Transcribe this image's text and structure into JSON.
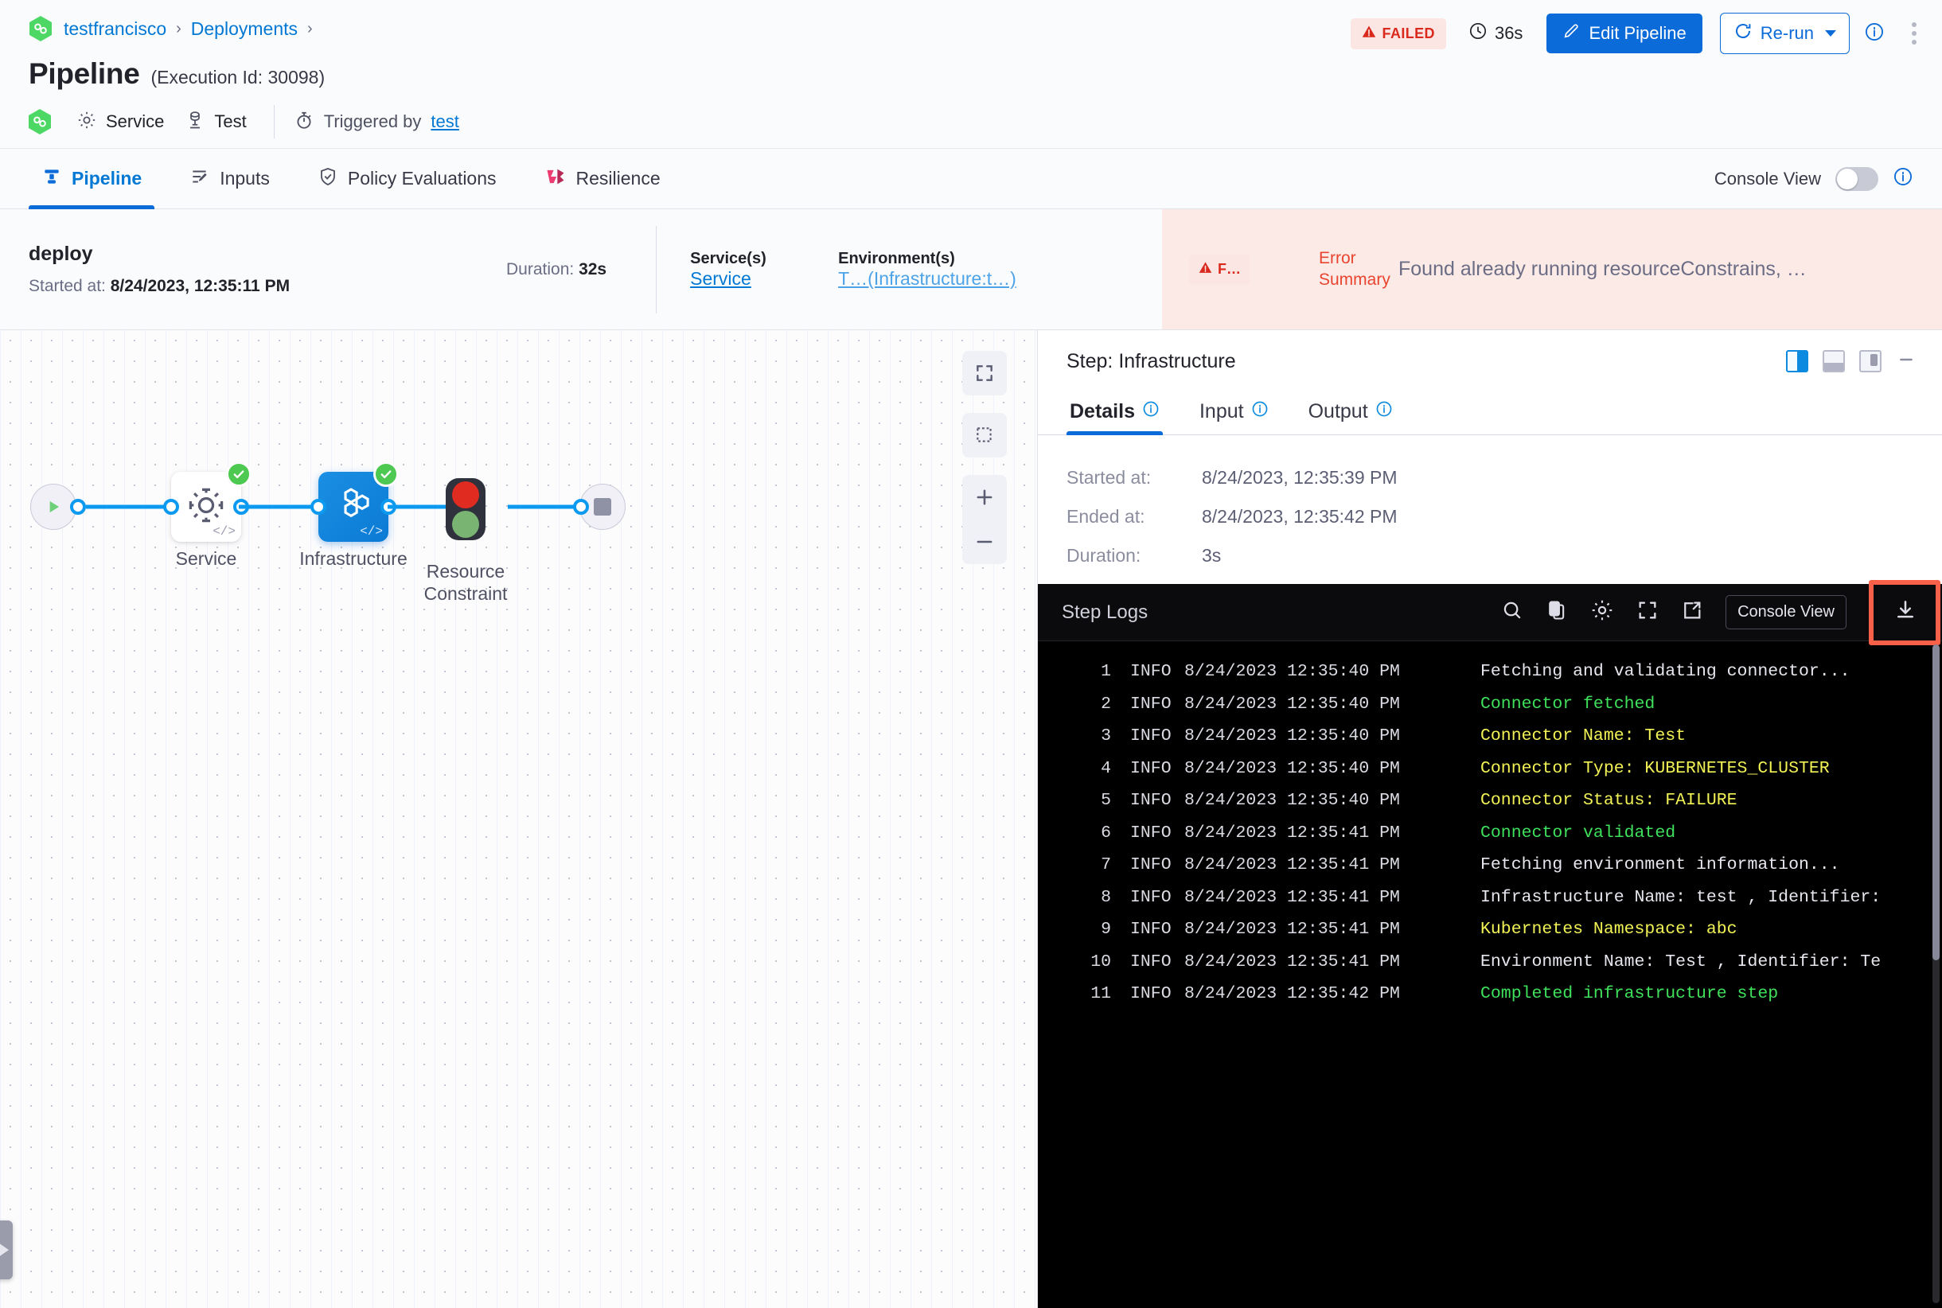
{
  "header": {
    "breadcrumb": [
      {
        "label": "testfrancisco",
        "icon": "harness-logo-icon"
      },
      {
        "label": "Deployments"
      }
    ],
    "title": "Pipeline",
    "execution_id_text": "(Execution Id: 30098)",
    "meta": {
      "service_label": "Service",
      "test_label": "Test",
      "triggered_by_prefix": "Triggered by",
      "triggered_by_user": "test"
    },
    "status_badge": "FAILED",
    "duration": "36s",
    "edit_button": "Edit Pipeline",
    "rerun_button": "Re-run"
  },
  "tabs": [
    {
      "label": "Pipeline",
      "icon": "pipeline-icon",
      "active": true
    },
    {
      "label": "Inputs",
      "icon": "inputs-icon",
      "active": false
    },
    {
      "label": "Policy Evaluations",
      "icon": "shield-check-icon",
      "active": false
    },
    {
      "label": "Resilience",
      "icon": "resilience-icon",
      "active": false
    }
  ],
  "console_view": {
    "label": "Console View",
    "enabled": false
  },
  "stage": {
    "name": "deploy",
    "started_label": "Started at:",
    "started_value": "8/24/2023, 12:35:11 PM",
    "duration_label": "Duration:",
    "duration_value": "32s",
    "services_header": "Service(s)",
    "services_value": "Service",
    "environments_header": "Environment(s)",
    "environments_value": "T…(Infrastructure:t…)",
    "failed_badge": "F…",
    "error_summary_label": "Error Summary",
    "error_summary_text": "Found already running resourceConstrains, …"
  },
  "graph": {
    "nodes": [
      {
        "label": "Service",
        "type": "gear",
        "status": "success"
      },
      {
        "label": "Infrastructure",
        "type": "infra",
        "status": "success",
        "selected": true
      },
      {
        "label": "Resource\nConstraint",
        "type": "traffic-light",
        "status": "none"
      }
    ],
    "zoom_controls": [
      "fit-screen-icon",
      "select-area-icon",
      "zoom-in-icon",
      "zoom-out-icon"
    ]
  },
  "step_panel": {
    "title": "Step: Infrastructure",
    "layout_icons": [
      "panel-right-icon",
      "panel-bottom-icon",
      "panel-float-icon",
      "minimize-icon"
    ],
    "tabs": [
      {
        "label": "Details",
        "active": true
      },
      {
        "label": "Input",
        "active": false
      },
      {
        "label": "Output",
        "active": false
      }
    ],
    "details": [
      {
        "key": "Started at:",
        "value": "8/24/2023, 12:35:39 PM"
      },
      {
        "key": "Ended at:",
        "value": "8/24/2023, 12:35:42 PM"
      },
      {
        "key": "Duration:",
        "value": "3s"
      }
    ]
  },
  "logs": {
    "title": "Step Logs",
    "toolbar_icons": [
      "search-icon",
      "copy-icon",
      "gear-icon",
      "fullscreen-icon",
      "open-external-icon"
    ],
    "console_view_button": "Console View",
    "download_icon": "download-icon",
    "lines": [
      {
        "n": "1",
        "level": "INFO",
        "ts": "8/24/2023 12:35:40 PM",
        "msg": "Fetching and validating connector...",
        "color": "plain"
      },
      {
        "n": "2",
        "level": "INFO",
        "ts": "8/24/2023 12:35:40 PM",
        "msg": "Connector fetched",
        "color": "green"
      },
      {
        "n": "3",
        "level": "INFO",
        "ts": "8/24/2023 12:35:40 PM",
        "msg": "Connector Name: Test",
        "color": "yellow"
      },
      {
        "n": "4",
        "level": "INFO",
        "ts": "8/24/2023 12:35:40 PM",
        "msg": "Connector Type: KUBERNETES_CLUSTER",
        "color": "yellow"
      },
      {
        "n": "5",
        "level": "INFO",
        "ts": "8/24/2023 12:35:40 PM",
        "msg": "Connector Status: FAILURE",
        "color": "yellow"
      },
      {
        "n": "6",
        "level": "INFO",
        "ts": "8/24/2023 12:35:41 PM",
        "msg": "Connector validated",
        "color": "green"
      },
      {
        "n": "7",
        "level": "INFO",
        "ts": "8/24/2023 12:35:41 PM",
        "msg": "Fetching environment information...",
        "color": "plain"
      },
      {
        "n": "8",
        "level": "INFO",
        "ts": "8/24/2023 12:35:41 PM",
        "msg": "Infrastructure Name: test , Identifier:",
        "color": "plain"
      },
      {
        "n": "9",
        "level": "INFO",
        "ts": "8/24/2023 12:35:41 PM",
        "msg": "Kubernetes Namespace: abc",
        "color": "yellow"
      },
      {
        "n": "10",
        "level": "INFO",
        "ts": "8/24/2023 12:35:41 PM",
        "msg": "Environment Name: Test , Identifier: Te",
        "color": "plain"
      },
      {
        "n": "11",
        "level": "INFO",
        "ts": "8/24/2023 12:35:42 PM",
        "msg": "Completed infrastructure step",
        "color": "green"
      }
    ]
  },
  "colors": {
    "accent": "#0b6bd8",
    "link": "#0278d5",
    "failed": "#da291d",
    "success": "#4dc952",
    "edge": "#0b9af0",
    "highlight": "#f9604a"
  }
}
